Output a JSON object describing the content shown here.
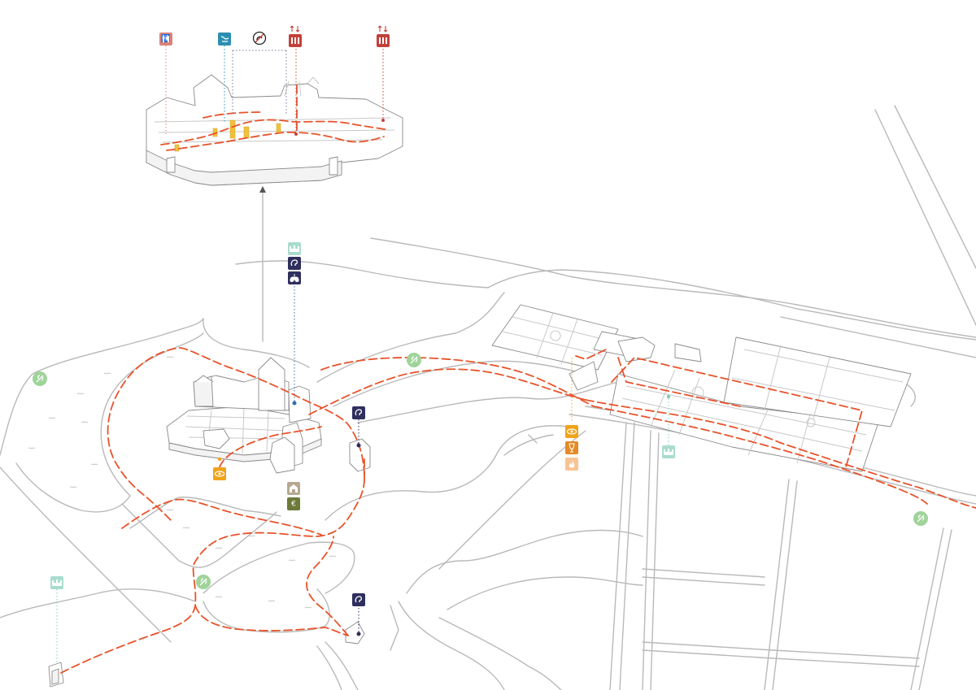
{
  "map": {
    "colors": {
      "route": "#e8532b",
      "road": "#b9b9b9",
      "building": "#8a8a8a",
      "nature": "#9fd39a",
      "heritage": "#7ccfb9",
      "info": "#2f2f5e",
      "viewpoint": "#f0a31b",
      "food": "#e58a25",
      "food_light": "#f8c493",
      "access": "#c2413a",
      "toilets": "#d9837a",
      "shop": "#b7a892",
      "payment": "#6d7a3a",
      "guide": "#2c8fb0"
    },
    "markers": [
      {
        "name": "toilets-icon",
        "icon": "toilets"
      },
      {
        "name": "guided-tour-icon",
        "icon": "guide"
      },
      {
        "name": "no-dogs-icon",
        "icon": "no-pets"
      },
      {
        "name": "elevator-icon",
        "icon": "elevator"
      },
      {
        "name": "elevator-icon-2",
        "icon": "elevator"
      },
      {
        "name": "heritage-icon",
        "icon": "heritage"
      },
      {
        "name": "audioguide-icon",
        "icon": "info"
      },
      {
        "name": "lungs-icon",
        "icon": "lungs"
      },
      {
        "name": "nature-icon",
        "icon": "nature"
      },
      {
        "name": "viewpoint-icon",
        "icon": "eye"
      },
      {
        "name": "food-icon",
        "icon": "glass"
      },
      {
        "name": "fire-icon",
        "icon": "fire"
      },
      {
        "name": "shop-icon",
        "icon": "shop"
      },
      {
        "name": "euro-icon",
        "icon": "euro"
      }
    ]
  }
}
